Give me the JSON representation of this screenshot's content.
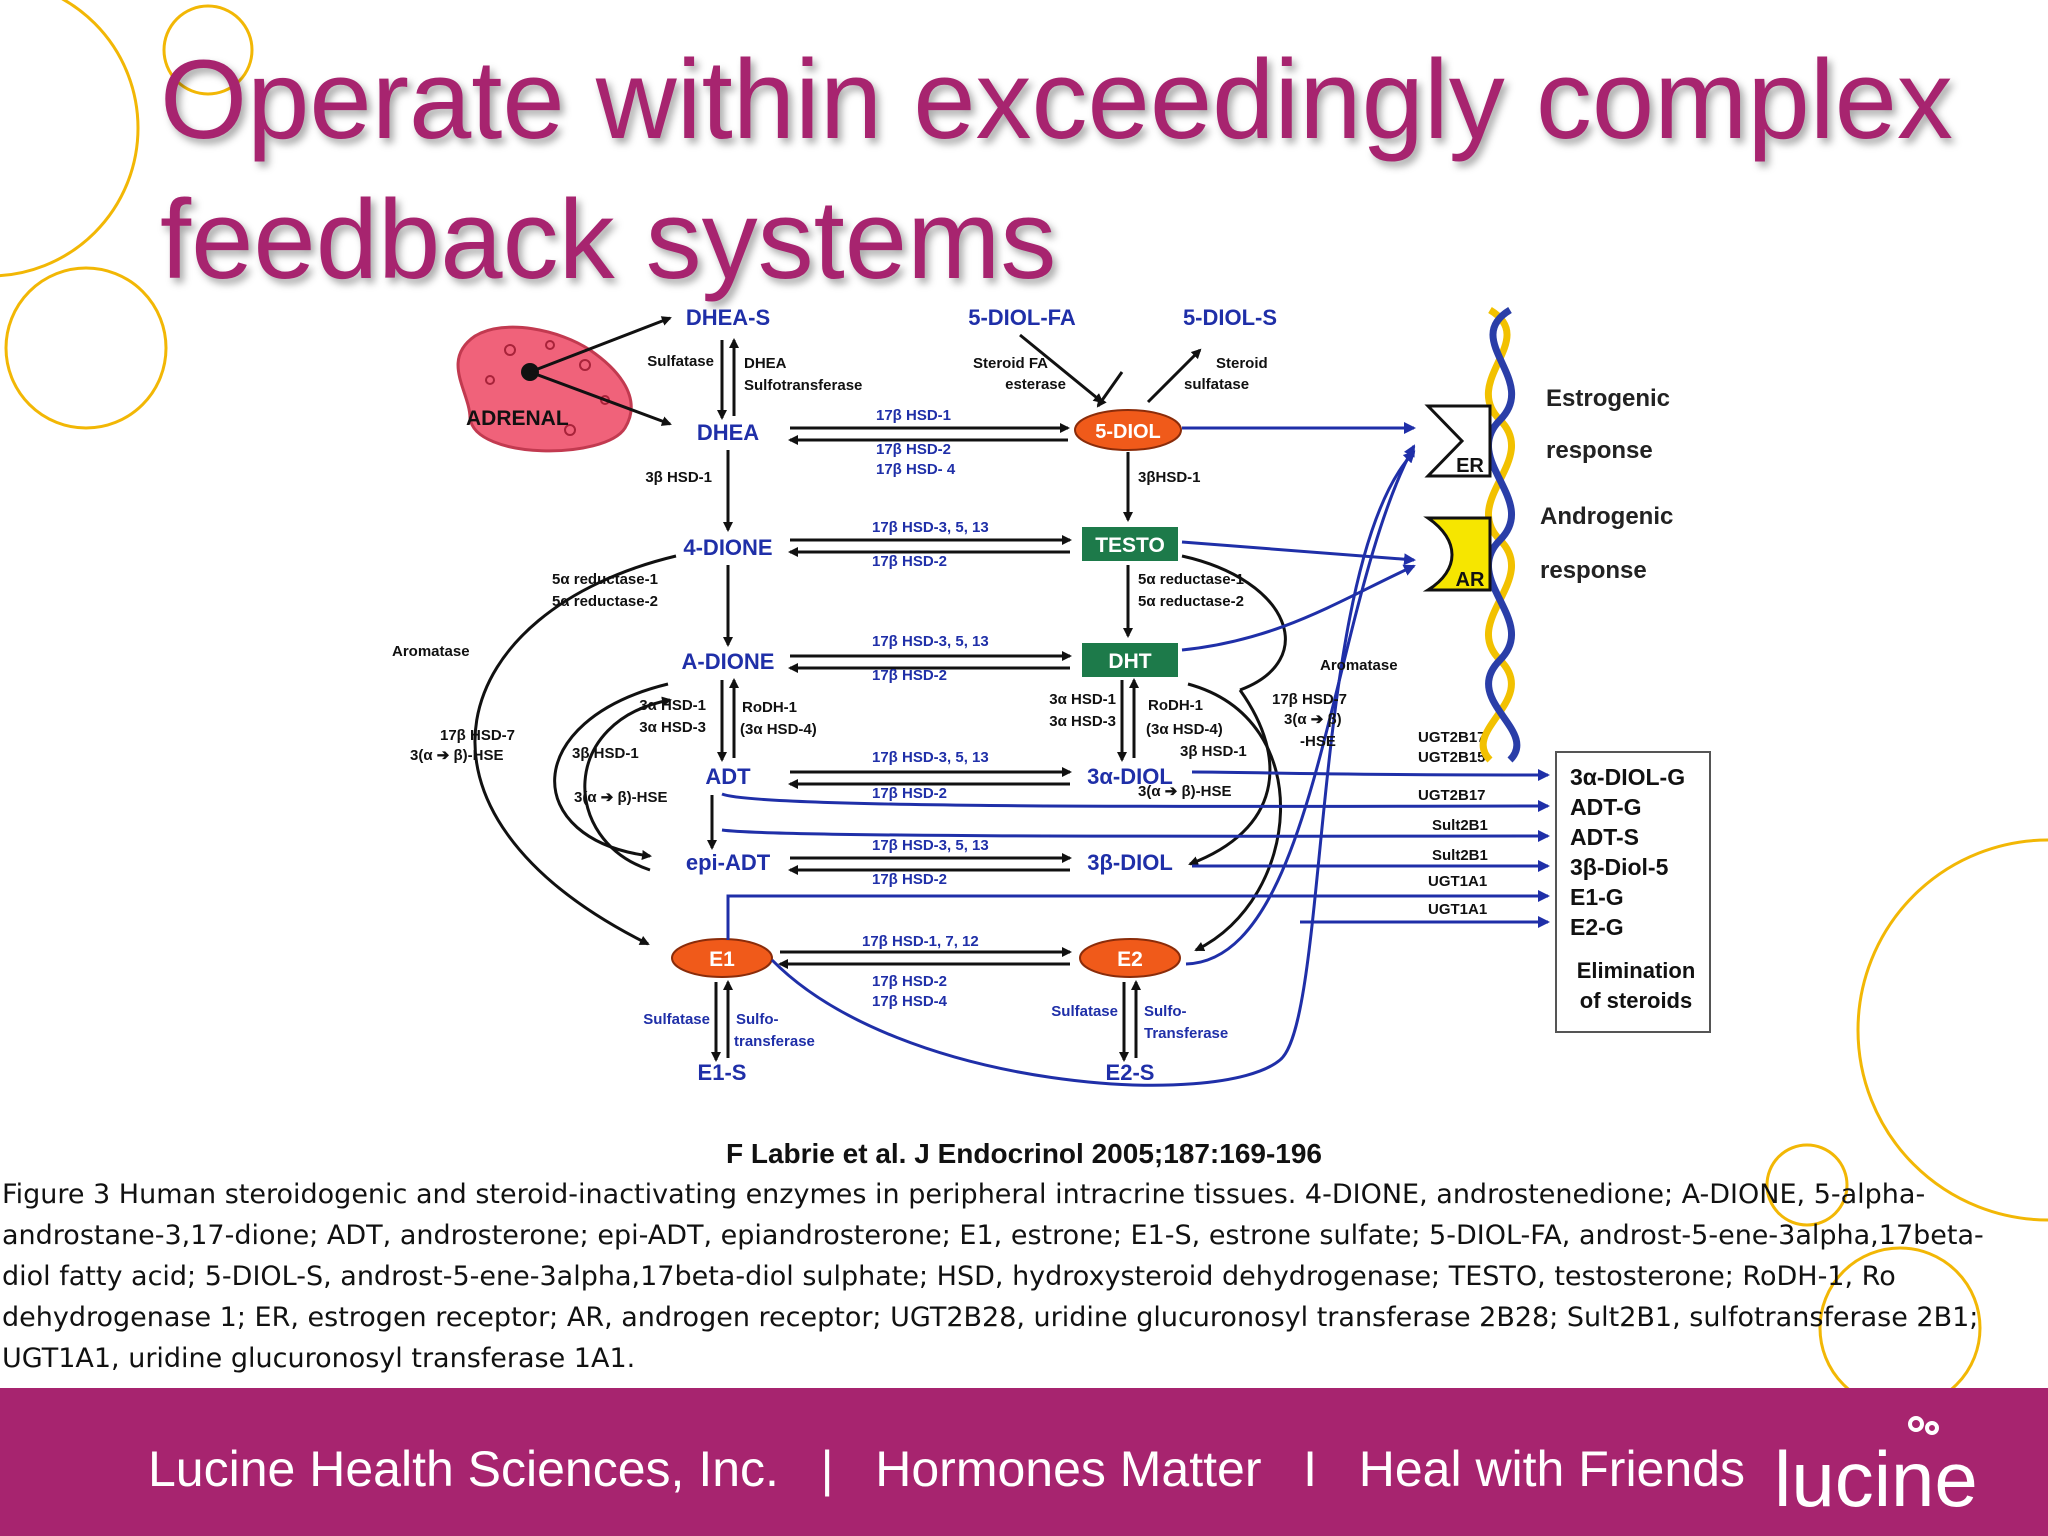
{
  "slide": {
    "title": "Operate within exceedingly complex feedback systems",
    "citation": "F Labrie et al. J Endocrinol 2005;187:169-196",
    "caption": "Figure 3 Human steroidogenic and steroid-inactivating enzymes in peripheral intracrine tissues. 4-DIONE, androstenedione; A-DIONE, 5-alpha-androstane-3,17-dione; ADT, androsterone; epi-ADT, epiandrosterone; E1, estrone; E1-S, estrone sulfate; 5-DIOL-FA, androst-5-ene-3alpha,17beta-diol fatty acid; 5-DIOL-S, androst-5-ene-3alpha,17beta-diol sulphate; HSD, hydroxysteroid dehydrogenase; TESTO, testosterone; RoDH-1, Ro dehydrogenase 1; ER, estrogen receptor; AR, androgen receptor; UGT2B28, uridine glucuronosyl transferase 2B28; Sult2B1, sulfotransferase 2B1; UGT1A1, uridine glucuronosyl transferase 1A1."
  },
  "footer": {
    "text": "Lucine Health Sciences, Inc.   |   Hormones Matter   I   Heal with Friends",
    "logo_text": "lucine"
  },
  "colors": {
    "brand": "#a7246f",
    "accent_circle": "#f2b705",
    "node_blue": "#1f2fa8",
    "testo_green": "#1d7a4a",
    "diol_orange": "#f05a1a",
    "adrenal_red": "#f0627a",
    "receptor_yellow": "#f6e600"
  },
  "diagram": {
    "adrenal": "ADRENAL",
    "nodes": {
      "dheas": "DHEA-S",
      "dhea": "DHEA",
      "dione4": "4-DIONE",
      "adione": "A-DIONE",
      "adt": "ADT",
      "epiadt": "epi-ADT",
      "e1": "E1",
      "e1s": "E1-S",
      "diolfa": "5-DIOL-FA",
      "diols": "5-DIOL-S",
      "diol5": "5-DIOL",
      "testo": "TESTO",
      "dht": "DHT",
      "adiol": "3α-DIOL",
      "bdiol": "3β-DIOL",
      "e2": "E2",
      "e2s": "E2-S"
    },
    "enzymes": {
      "sulfatase": "Sulfatase",
      "dhea_st1": "DHEA",
      "dhea_st2": "Sulfotransferase",
      "sfa1": "Steroid FA",
      "sfa2": "esterase",
      "ss1": "Steroid",
      "ss2": "sulfatase",
      "hsd17_1": "17β HSD-1",
      "hsd17_2": "17β HSD-2",
      "hsd17_4": "17β HSD- 4",
      "hsd3_1a": "3β HSD-1",
      "hsd3_1b": "3βHSD-1",
      "hsd17_3513a": "17β HSD-3, 5, 13",
      "hsd17_2b": "17β HSD-2",
      "red1a": "5α reductase-1",
      "red2a": "5α reductase-2",
      "red1b": "5α reductase-1",
      "red2b": "5α reductase-2",
      "hsd17_3513b": "17β HSD-3, 5, 13",
      "hsd17_2c": "17β HSD-2",
      "aromatase_l": "Aromatase",
      "aromatase_r": "Aromatase",
      "a3hsd1": "3α HSD-1",
      "a3hsd3": "3α HSD-3",
      "rodh1": "RoDH-1",
      "a3hsd4": "(3α HSD-4)",
      "b3hsd1": "3β HSD-1",
      "hsd17_7": "17β HSD-7",
      "hse_l": "3(α ➔ β)-HSE",
      "hse_m": "3(α ➔ β)-HSE",
      "hsd17_3513c": "17β HSD-3, 5, 13",
      "hsd17_2d": "17β HSD-2",
      "a3hsd1r": "3α HSD-1",
      "a3hsd3r": "3α HSD-3",
      "rodh1r": "RoDH-1",
      "a3hsd4r": "(3α HSD-4)",
      "b3hsd1r": "3β HSD-1",
      "hse_r": "3(α ➔ β)-HSE",
      "hsd17_7r": "17β HSD-7",
      "hse_r2a": "3(α ➔ β)",
      "hse_r2b": "-HSE",
      "hsd17_3513d": "17β HSD-3, 5, 13",
      "hsd17_2e": "17β HSD-2",
      "hsd17_1712": "17β HSD-1, 7, 12",
      "hsd17_2f": "17β HSD-2",
      "hsd17_4b": "17β HSD-4",
      "sulfatase_e1": "Sulfatase",
      "sulfo_e1a": "Sulfo-",
      "sulfo_e1b": "transferase",
      "sulfatase_e2": "Sulfatase",
      "sulfo_e2a": "Sulfo-",
      "sulfo_e2b": "Transferase",
      "ugt2b17a": "UGT2B17",
      "ugt2b15": "UGT2B15",
      "ugt2b17b": "UGT2B17",
      "sult2b1a": "Sult2B1",
      "sult2b1b": "Sult2B1",
      "ugt1a1a": "UGT1A1",
      "ugt1a1b": "UGT1A1"
    },
    "receptors": {
      "er": "ER",
      "ar": "AR",
      "est1": "Estrogenic",
      "est2": "response",
      "and1": "Androgenic",
      "and2": "response"
    },
    "elimination": {
      "products": [
        "3α-DIOL-G",
        "ADT-G",
        "ADT-S",
        "3β-Diol-5",
        "E1-G",
        "E2-G"
      ],
      "label1": "Elimination",
      "label2": "of steroids"
    }
  }
}
